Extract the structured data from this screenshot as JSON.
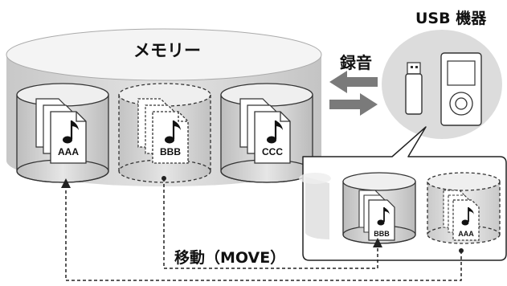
{
  "title": "メモリー",
  "device_label": "USB 機器",
  "record_label": "録音",
  "move_label": "移動（MOVE）",
  "memory_files": [
    {
      "name": "AAA",
      "style": "solid"
    },
    {
      "name": "BBB",
      "style": "dashed"
    },
    {
      "name": "CCC",
      "style": "solid"
    }
  ],
  "device_files": [
    {
      "name": "BBB",
      "style": "solid"
    },
    {
      "name": "AAA",
      "style": "dashed"
    }
  ],
  "colors": {
    "cylinder_fill": "#d9d9d9",
    "cylinder_top": "#f2f2f2",
    "arrow": "#7a7a7a",
    "stroke": "#444444"
  },
  "icons": [
    "music-note-icon",
    "usb-stick-icon",
    "music-player-icon",
    "arrow-left-icon",
    "arrow-right-icon"
  ]
}
